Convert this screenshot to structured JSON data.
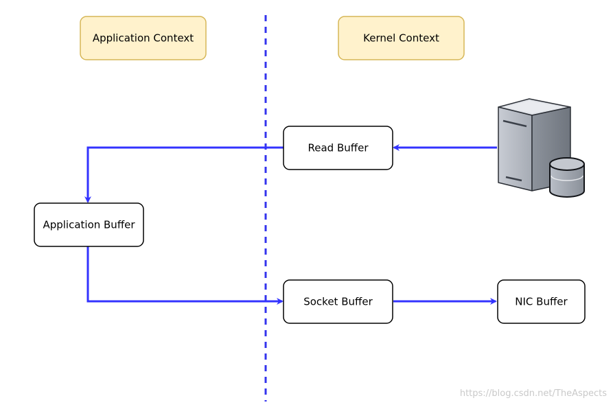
{
  "diagram": {
    "contexts": {
      "application": "Application Context",
      "kernel": "Kernel Context"
    },
    "nodes": {
      "read_buffer": "Read Buffer",
      "application_buffer": "Application Buffer",
      "socket_buffer": "Socket Buffer",
      "nic_buffer": "NIC Buffer"
    },
    "icons": {
      "server": "server-with-disk-icon"
    },
    "colors": {
      "arrow": "#3333ff",
      "divider": "#3333ee",
      "context_fill": "#fff2cc",
      "context_stroke": "#d6b656",
      "node_stroke": "#000000"
    }
  },
  "watermark": "https://blog.csdn.net/TheAspects"
}
